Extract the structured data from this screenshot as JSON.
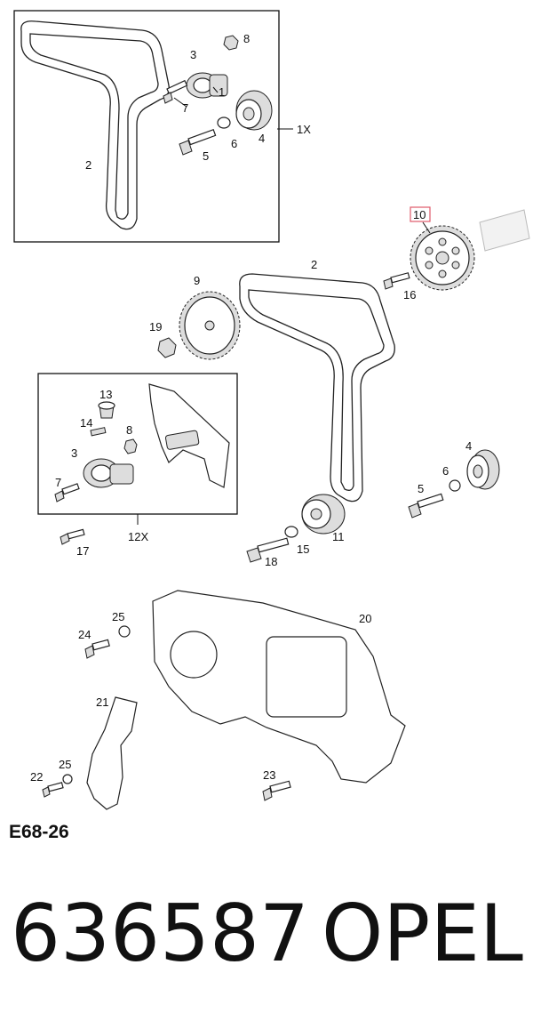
{
  "diagram": {
    "code": "E68-26",
    "highlighted_callout": "10",
    "callouts": [
      "1",
      "2",
      "3",
      "4",
      "5",
      "6",
      "7",
      "8",
      "9",
      "10",
      "11",
      "12",
      "13",
      "14",
      "15",
      "16",
      "17",
      "18",
      "19",
      "20",
      "21",
      "22",
      "23",
      "24",
      "25"
    ],
    "kit_labels": {
      "kit_1": "1X",
      "kit_12": "12X"
    },
    "highlight_color": "#e05a6a"
  },
  "footer": {
    "part_number": "636587",
    "brand": "OPEL"
  }
}
